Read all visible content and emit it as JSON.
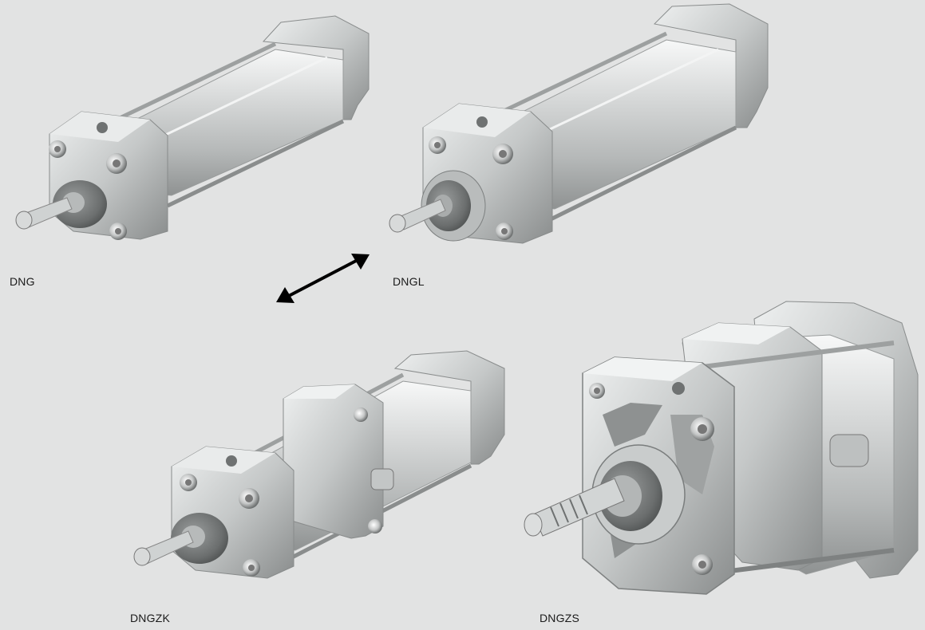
{
  "labels": {
    "dng": "DNG",
    "dngl": "DNGL",
    "dngzk": "DNGZK",
    "dngzs": "DNGZS"
  },
  "colors": {
    "background": "#e2e3e3",
    "metal_light": "#f2f3f3",
    "metal_mid": "#c7c9c9",
    "metal_dark": "#8d9090",
    "arrow": "#000000"
  },
  "icons": [
    "cylinder-dng",
    "cylinder-dngl",
    "cylinder-dngzk",
    "cylinder-dngzs",
    "double-arrow-icon"
  ]
}
